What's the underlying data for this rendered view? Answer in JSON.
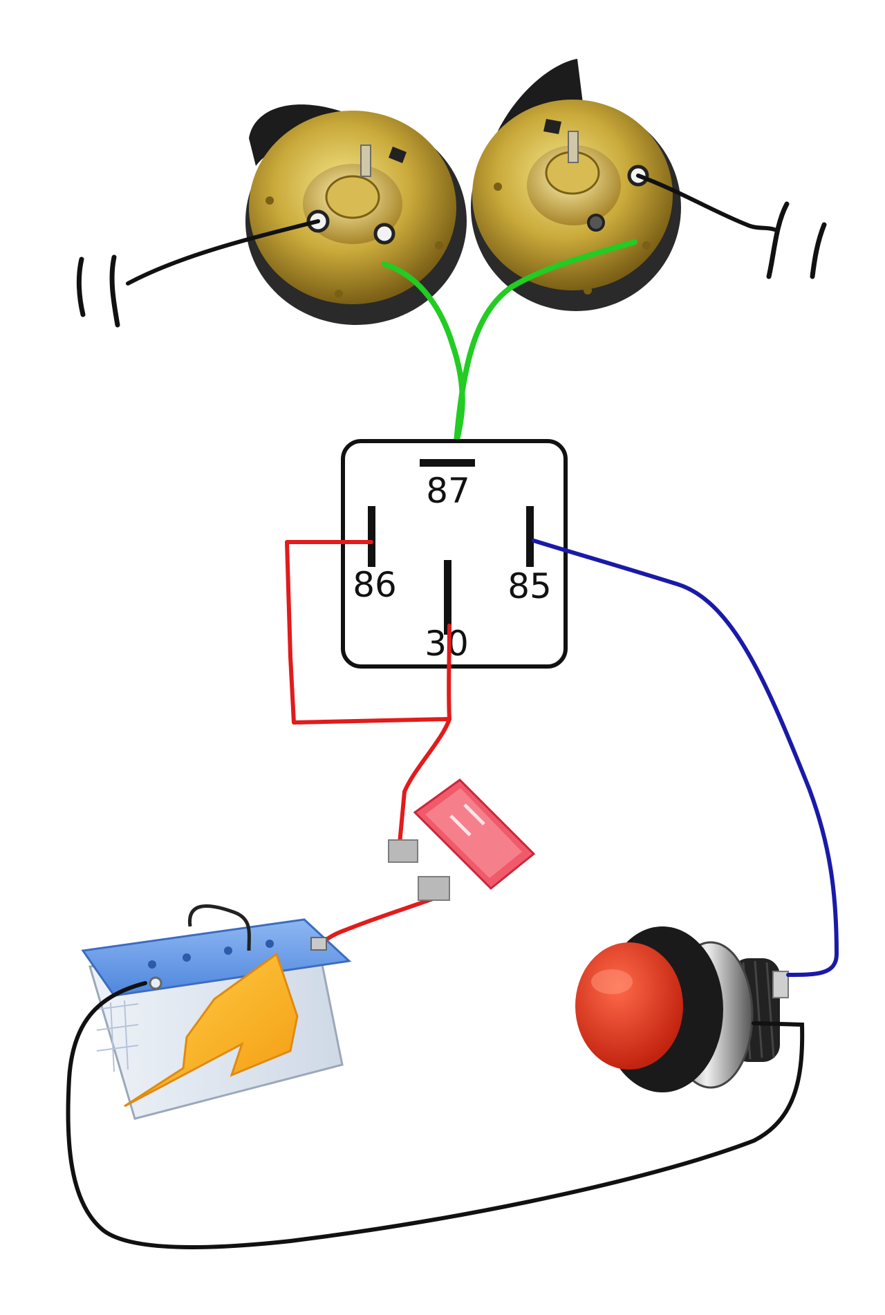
{
  "relay": {
    "terminals": [
      {
        "id": "87",
        "label": "87"
      },
      {
        "id": "86",
        "label": "86"
      },
      {
        "id": "85",
        "label": "85"
      },
      {
        "id": "30",
        "label": "30"
      }
    ]
  },
  "wire_colors": {
    "horn_feed": "#22cc22",
    "power": "#e21b1b",
    "trigger": "#1a1aa8",
    "ground": "#111111"
  },
  "components": {
    "horns": [
      "horn-icon",
      "horn-icon"
    ],
    "fuse": "blade-fuse-icon",
    "battery": "car-battery-icon",
    "switch": "push-button-icon",
    "grounds": [
      "ground-mark",
      "ground-mark"
    ]
  }
}
